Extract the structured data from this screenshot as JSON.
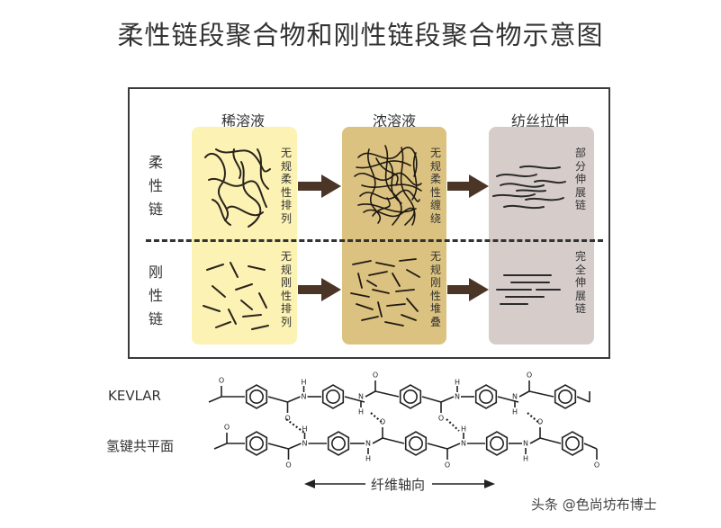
{
  "title": "柔性链段聚合物和刚性链段聚合物示意图",
  "columns": [
    "稀溶液",
    "浓溶液",
    "纺丝拉伸"
  ],
  "rows": {
    "flexible": {
      "label": "柔性链",
      "descriptors": [
        "无规柔性排列",
        "无规柔性缠绕",
        "部分伸展链"
      ]
    },
    "rigid": {
      "label": "刚性链",
      "descriptors": [
        "无规刚性排列",
        "无规刚性堆叠",
        "完全伸展链"
      ]
    }
  },
  "colors": {
    "dilute_panel": "#fbf2b3",
    "concentrated_panel": "#dcc280",
    "spinning_panel": "#d6cdcb",
    "arrow": "#4a3526",
    "frame": "#3a3a3a"
  },
  "chem": {
    "kevlar_label": "KEVLAR",
    "hbond_label": "氢键共平面",
    "atom_o": "O",
    "atom_n": "N",
    "atom_h": "H",
    "axis_label": "纤维轴向"
  },
  "watermark": "头条 @色尚坊布博士"
}
